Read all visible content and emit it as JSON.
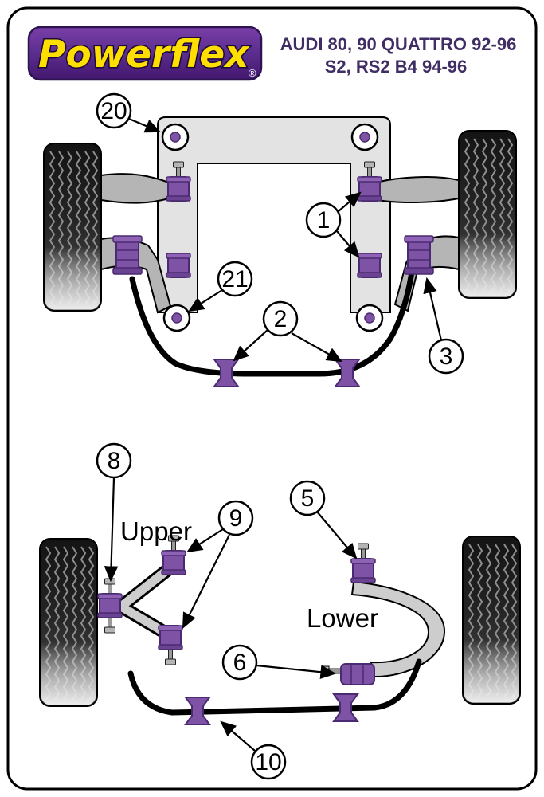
{
  "logo": {
    "brand": "Powerflex",
    "registered_mark": "®"
  },
  "header": {
    "line1": "AUDI 80, 90 QUATTRO 92-96",
    "line2": "S2, RS2 B4 94-96"
  },
  "colors": {
    "brand_purple": "#5b2d8e",
    "logo_yellow": "#ffdf00",
    "title_ink": "#3f2d63",
    "bushing_purple": "#7e52a5",
    "bushing_outline": "#4a2a70",
    "line_black": "#000000"
  },
  "top_diagram": {
    "callouts": {
      "c20": "20",
      "c1": "1",
      "c21": "21",
      "c2": "2",
      "c3": "3"
    }
  },
  "bottom_diagram": {
    "labels": {
      "upper": "Upper",
      "lower": "Lower"
    },
    "callouts": {
      "c8": "8",
      "c9": "9",
      "c5": "5",
      "c6": "6",
      "c10": "10"
    }
  }
}
